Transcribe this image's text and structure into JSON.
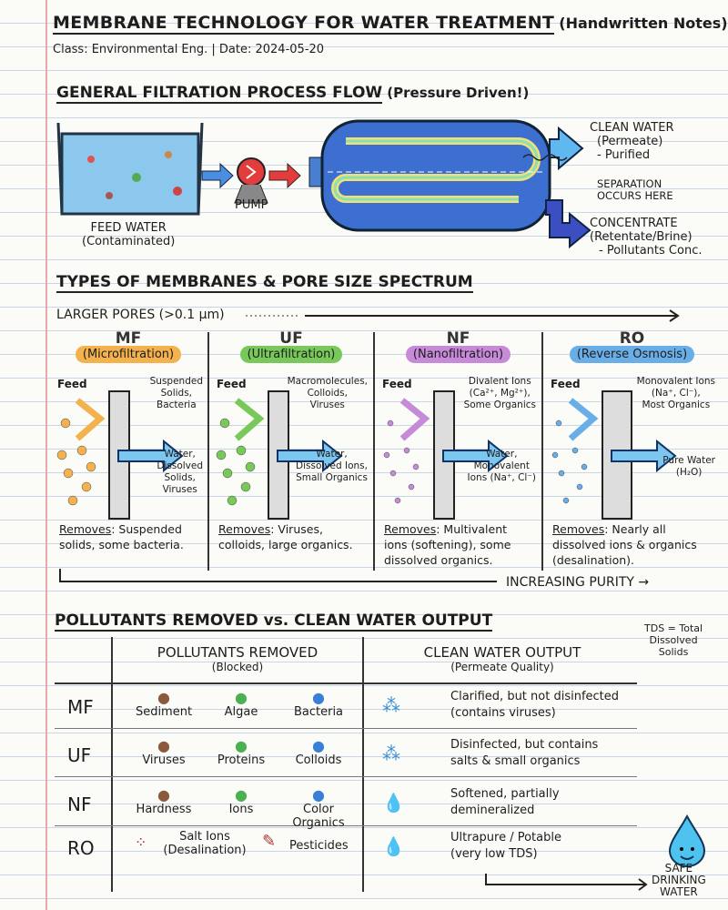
{
  "header": {
    "title": "MEMBRANE TECHNOLOGY FOR WATER TREATMENT",
    "title_note": "(Handwritten Notes)",
    "subtitle": "Class: Environmental Eng. | Date: 2024-05-20"
  },
  "process": {
    "title": "GENERAL FILTRATION PROCESS FLOW",
    "title_note": "(Pressure Driven!)",
    "feed_label": "FEED WATER",
    "feed_sub": "(Contaminated)",
    "pump_label": "PUMP",
    "clean_label": "CLEAN WATER",
    "clean_sub": "(Permeate)",
    "clean_note": "- Purified",
    "separation_label": "SEPARATION",
    "separation_sub": "OCCURS HERE",
    "concentrate_label": "CONCENTRATE",
    "concentrate_sub": "(Retentate/Brine)",
    "concentrate_note": "- Pollutants Conc."
  },
  "membranes": {
    "title": "TYPES OF MEMBRANES & PORE SIZE SPECTRUM",
    "pore_label": "LARGER PORES (>0.1 µm)",
    "purity_label": "INCREASING PURITY",
    "types": [
      {
        "abbr": "MF",
        "name": "(Microfiltration)",
        "color": "#f3b24e",
        "feed": "Feed",
        "blocked": [
          "Suspended",
          "Solids,",
          "Bacteria"
        ],
        "passed": [
          "Water,",
          "Dissolved",
          "Solids,",
          "Viruses"
        ],
        "removes_label": "Removes",
        "removes": [
          ": Suspended",
          "solids, some bacteria."
        ]
      },
      {
        "abbr": "UF",
        "name": "(Ultrafiltration)",
        "color": "#79c95a",
        "feed": "Feed",
        "blocked": [
          "Macromolecules,",
          "Colloids,",
          "Viruses"
        ],
        "passed": [
          "Water,",
          "Dissolved Ions,",
          "Small Organics"
        ],
        "removes_label": "Removes",
        "removes": [
          ": Viruses,",
          "colloids, large organics."
        ]
      },
      {
        "abbr": "NF",
        "name": "(Nanofiltration)",
        "color": "#c68ad8",
        "feed": "Feed",
        "blocked": [
          "Divalent Ions",
          "(Ca²⁺, Mg²⁺),",
          "Some Organics"
        ],
        "passed": [
          "Water,",
          "Monovalent",
          "Ions (Na⁺, Cl⁻)"
        ],
        "removes_label": "Removes",
        "removes": [
          ": Multivalent",
          "ions (softening), some",
          "dissolved organics."
        ]
      },
      {
        "abbr": "RO",
        "name": "(Reverse Osmosis)",
        "color": "#6aaee8",
        "feed": "Feed",
        "blocked": [
          "Monovalent Ions",
          "(Na⁺, Cl⁻),",
          "Most Organics"
        ],
        "passed": [
          "Pure Water",
          "(H₂O)"
        ],
        "removes_label": "Removes",
        "removes": [
          ": Nearly all",
          "dissolved ions & organics",
          "(desalination)."
        ]
      }
    ]
  },
  "comparison": {
    "title": "POLLUTANTS REMOVED vs. CLEAN WATER OUTPUT",
    "col1": "POLLUTANTS REMOVED",
    "col1_sub": "(Blocked)",
    "col2": "CLEAN WATER OUTPUT",
    "col2_sub": "(Permeate Quality)",
    "tds_note": [
      "TDS = Total",
      "Dissolved",
      "Solids"
    ],
    "rows": [
      {
        "type": "MF",
        "pollutants": [
          "Sediment",
          "Algae",
          "Bacteria"
        ],
        "output": [
          "Clarified, but not disinfected",
          "(contains viruses)"
        ]
      },
      {
        "type": "UF",
        "pollutants": [
          "Viruses",
          "Proteins",
          "Colloids"
        ],
        "output": [
          "Disinfected, but contains",
          "salts & small organics"
        ]
      },
      {
        "type": "NF",
        "pollutants": [
          "Hardness",
          "Ions",
          "Color Organics"
        ],
        "output": [
          "Softened, partially",
          "demineralized"
        ]
      },
      {
        "type": "RO",
        "pollutants": [
          "Salt Ions",
          "(Desalination)",
          "Pesticides"
        ],
        "output": [
          "Ultrapure / Potable",
          "(very low TDS)"
        ]
      }
    ],
    "safe": [
      "SAFE",
      "DRINKING",
      "WATER"
    ]
  }
}
